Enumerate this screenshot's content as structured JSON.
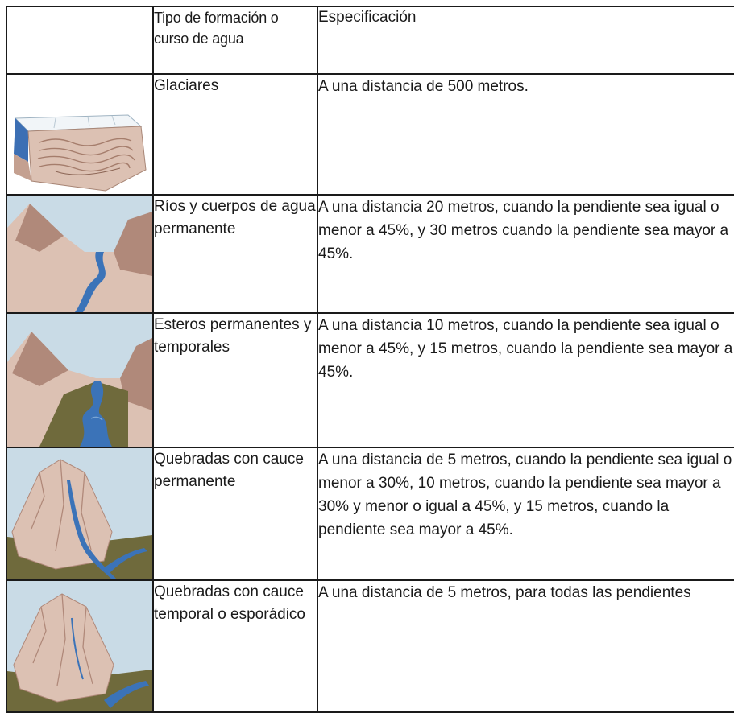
{
  "table": {
    "headers": {
      "image": "",
      "type": "Tipo de formación o curso de agua",
      "spec": "Especificación"
    },
    "rows": [
      {
        "illustration": "glacier-illustration",
        "type": "Glaciares",
        "spec": "A una distancia de 500 metros."
      },
      {
        "illustration": "river-illustration",
        "type": "Ríos y cuerpos de agua permanente",
        "spec": "A una distancia 20 metros, cuando la pendiente sea igual o menor a 45%, y 30 metros cuando la pendiente sea mayor a 45%."
      },
      {
        "illustration": "estuary-illustration",
        "type": "Esteros permanentes y temporales",
        "spec": "A una distancia 10 metros, cuando la pendiente sea igual o menor a 45%, y 15 metros, cuando la pendiente sea mayor a 45%."
      },
      {
        "illustration": "ravine-permanent-illustration",
        "type": "Quebradas con cauce permanente",
        "spec": "A una distancia de 5 metros, cuando la pendiente sea igual o menor a 30%, 10 metros, cuando la pendiente sea mayor a 30% y menor o igual a 45%, y 15 metros, cuando la pendiente sea mayor a 45%."
      },
      {
        "illustration": "ravine-temporary-illustration",
        "type": "Quebradas con cauce temporal o esporádico",
        "spec": "A una distancia de 5 metros, para todas las pendientes"
      }
    ]
  },
  "colors": {
    "sky": "#c9dbe6",
    "terrain": "#dcc1b3",
    "mountain_shade": "#b0897a",
    "water": "#3b73b8",
    "grass": "#6f6a3c",
    "ice": "#eef3f6",
    "border": "#1a1a1a"
  }
}
